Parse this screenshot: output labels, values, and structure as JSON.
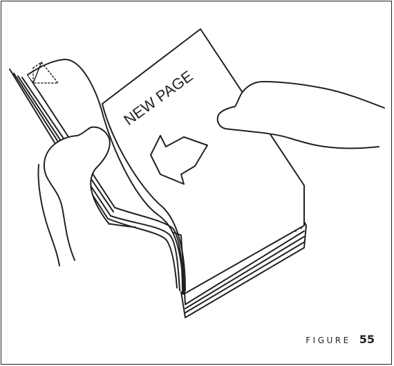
{
  "illustration": {
    "page_label": "NEW PAGE",
    "stroke_color": "#231f20",
    "fill_color": "#ffffff"
  },
  "caption": {
    "word": "FIGURE",
    "number": "55"
  }
}
